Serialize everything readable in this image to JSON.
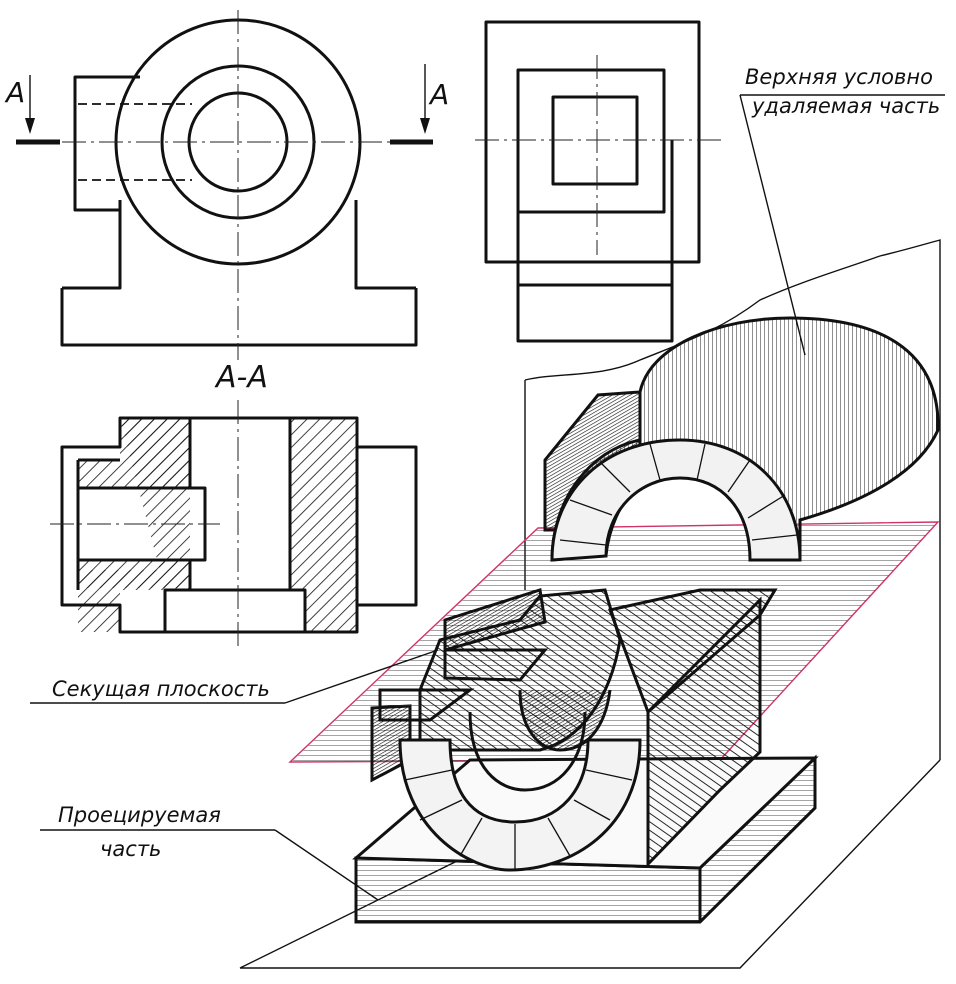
{
  "labels": {
    "section_letter_left": "A",
    "section_letter_right": "A",
    "section_title": "A-A",
    "upper_part_line1": "Верхняя условно",
    "upper_part_line2": "удаляемая часть",
    "cutting_plane": "Секущая плоскость",
    "projected_part_line1": "Проецируемая",
    "projected_part_line2": "часть"
  },
  "colors": {
    "ink": "#111111",
    "cutting_plane_outline": "#d0336a",
    "background": "#ffffff"
  }
}
